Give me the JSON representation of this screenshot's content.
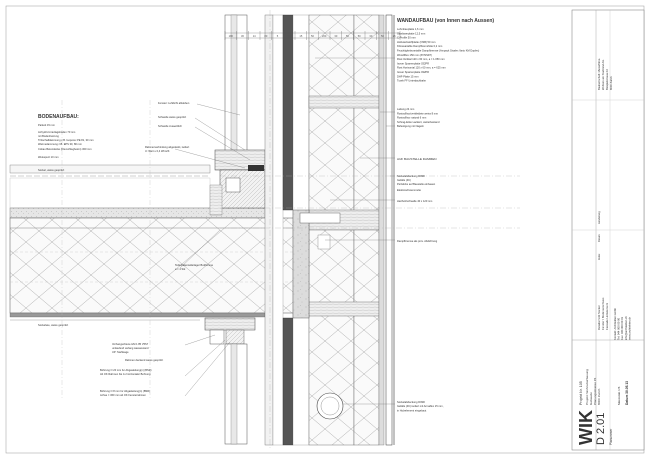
{
  "wall_heading": "WANDAUFBAU (von Innen nach Aussen)",
  "floor_heading": "BODENAUFBAU:",
  "wall_layers_top": [
    "Lehmbauplatte 1,6 mm",
    "Gipsfaserplatte 12,5 mm",
    "C-Profile 50 mm",
    "Holzwerkstoffplatte (OSB) 50 mm",
    "Klimavariable Dampfbremsfolie 0,2 mm",
    "Feuchtigkeitsvariable Dampfbremse (Ampack Sisalex Vario KM Duplex)",
    "Woodfibre 150 mm (Z7/NSD7)",
    "Rost Vertikal 120 x 60 mm, a = 1.050 mm",
    "Isover Sparrenplatte 032PR",
    "Rost Horizontal 120 x 60 mm, a = 625 mm",
    "Isover Sparrenplatte 032PR",
    "DHF-Platte 15 mm",
    "Tyvek FF Unterdachbahn"
  ],
  "wall_layers_bottom": [
    "Lattung 24 mm",
    "Rostvollhoz/verkleidete weiss 8 mm",
    "Rostvollhoz natural 6 mm",
    "Schrag-Ecke Lackiert, wetterbestand",
    "Befestigung mit Nageln"
  ],
  "floor_layers": [
    "Parkett 15 mm",
    "Anhydrit-Unterlagsboden 70 mm",
    "mit Bodenheizung",
    "Trittschalldammung z.B. Isoporex PE 81, 30 mm",
    "Warmedammung z.B. EPS 30, 80 mm",
    "Cobau Betondecke (Flexschlegbeton) 300 mm",
    "Weissputz 10 mm"
  ],
  "left_labels": {
    "sockel_top": "Sockel, weiss gespritzt",
    "sockel_bottom": "Sockelwie, weiss gespritzt"
  },
  "window_labels": [
    "Fenster: Luftdicht abkleben",
    "Schwelle weiss gespritzt",
    "Schwelle zusaetzlich",
    "Rahmenverbindung abgedeckt, isoliert",
    "U: Wert u 0,4 W/m2K"
  ],
  "slab_labels": [
    "Teilschalenwiderlager Buttfomme",
    "a = 4 Stk"
  ],
  "lower_labels": [
    "Vorhangschiene HM 1 85 V5S7",
    "umlaufend verlang wasserwand",
    "UP: Stahlsage",
    "Rahmen deckend weiss gespritzt",
    "Bohrung O 20 mm fur Abgasleitung(n) (BSR)",
    "Ab OK Rahmen bis zu horizontaler Bohrung",
    "Bohrung O 8 mm fur Abgasleitung(n) (BSR)",
    "Achse = 360 mm ab OK Fensterrahmen"
  ],
  "right_labels": [
    "AUF BAUSTELLE DAMMEN",
    "Sockelabdeckung DINIK",
    "Gefalle (4K)",
    "Perlsticks auf Baustelle einbauen",
    "Elektroschwemmulte",
    "Hartholzschwelle 40 x 120 mm",
    "Dampfbremse als prov. Abdichtung"
  ],
  "bottom_right_labels": [
    "Sockelabdeckung DINIK",
    "Gefalle (4K) isoliert mit Armaflex 15 mm,",
    "in Holzelement eingebaut"
  ],
  "dimensions_top": [
    "180",
    "30",
    "14",
    "80",
    "5",
    "180",
    "15",
    "50",
    "200",
    "30",
    "50",
    "50",
    "30",
    "50",
    "26"
  ],
  "title_block": {
    "logo": "WIK",
    "plan_label": "Planummer",
    "plan_number": "D 2.01",
    "project_label": "Projekt",
    "project_number": "Nr. 105",
    "project_lines": [
      "Projekt: Wohnuberbauung",
      "Gebaude",
      "Planungsstrasse 15",
      "8000 Zurich"
    ],
    "scale_label": "Massstab",
    "scale_value": "1:5",
    "date_label": "Datum",
    "date_value": "30.05.13",
    "architect_lines": [
      "Kontakt: Architekten Gmbh",
      "Tel: 044 000 00 00",
      "Fax: 044 000 00 01",
      "info@architekten.ch",
      "www.architekten.ch"
    ],
    "notes_lines": [
      "Detailschnitt Sockel",
      "Fenster / Bodenanschluss",
      "Fassade Holzelement"
    ],
    "legend_lines": [
      "Bauherrschaft: Musterfirma",
      "Wohnen am Stadtrand AG",
      "Beispielstrasse 10",
      "8000 Zurich"
    ],
    "revision_header": [
      "Index",
      "Datum",
      "Aenderung"
    ]
  }
}
